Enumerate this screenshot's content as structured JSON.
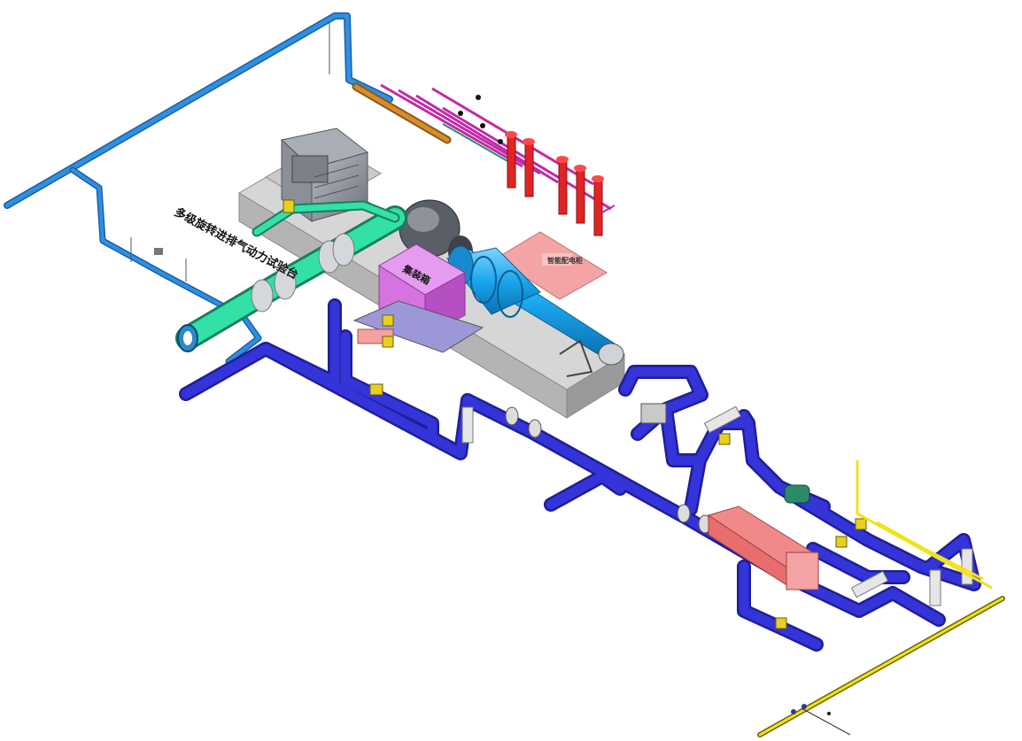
{
  "diagram": {
    "labels": {
      "rig_title": "多级旋转进排气动力试验台",
      "chamber": "集装箱",
      "panel": "智能配电柜"
    },
    "colors": {
      "background": "#ffffff",
      "pipe_blue": "#3434d8",
      "pipe_blue_dark": "#1e1e9a",
      "pipe_light_blue": "#2f8fe0",
      "pipe_green": "#33e0a6",
      "pipe_yellow": "#f2e21c",
      "manifold_magenta": "#c22aa6",
      "cylinder_red": "#e02424",
      "plenum_pink": "#ef8a8a",
      "chamber_violet": "#d773e0",
      "diffuser_cyan": "#1aa6ee",
      "base_gray": "#bfbfbf",
      "valve_yellow": "#e8d020"
    },
    "components": [
      "overhead-light-blue-pipe",
      "magenta-manifold",
      "red-gas-cylinders",
      "test-bed-base",
      "motor-unit",
      "green-intake-pipe",
      "collector-housing",
      "violet-chamber",
      "cyan-diffuser",
      "blue-exhaust-loop",
      "pink-heater",
      "yellow-supply-line",
      "pink-platform"
    ]
  }
}
